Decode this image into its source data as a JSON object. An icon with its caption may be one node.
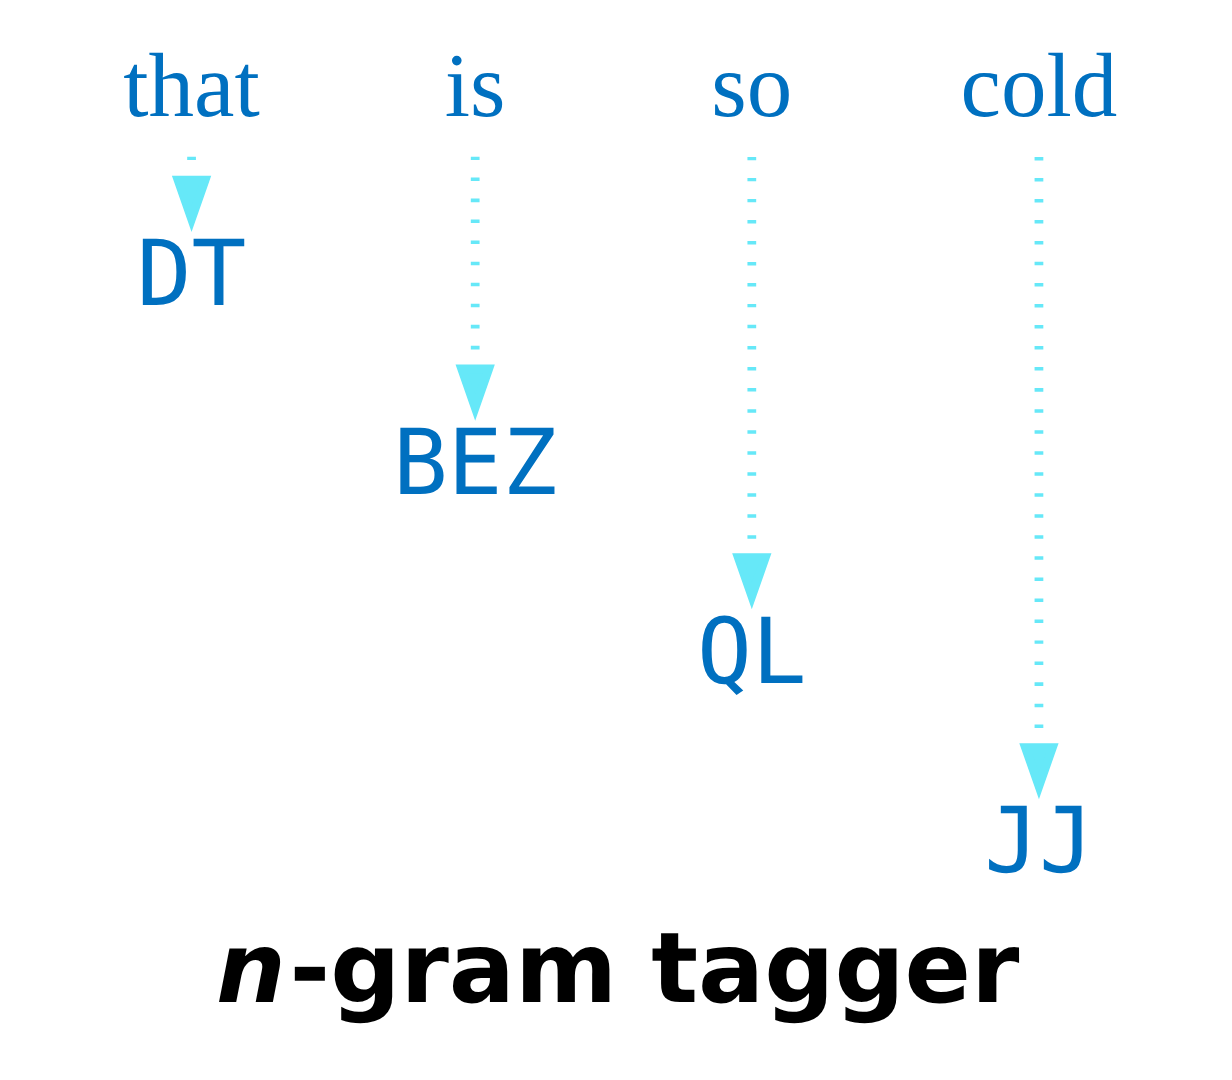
{
  "diagram": {
    "caption": "*n*-gram tagger",
    "nodes": [
      {
        "text": [
          "that"
        ]
      },
      {
        "text": [
          "is"
        ]
      },
      {
        "text": [
          "so"
        ]
      },
      {
        "text": [
          "cold"
        ]
      },
      {
        "text": [
          "DT"
        ]
      },
      {
        "text": [
          "BEZ"
        ]
      },
      {
        "text": [
          "QL"
        ]
      },
      {
        "text": [
          "JJ"
        ]
      }
    ],
    "edges": [
      {
        "from": 0,
        "to": 4,
        "arrow": "to",
        "style": "dashed"
      },
      {
        "from": 1,
        "to": 5,
        "arrow": "to",
        "style": "dashed"
      },
      {
        "from": 2,
        "to": 6,
        "arrow": "to",
        "style": "dashed"
      },
      {
        "from": 3,
        "to": 7,
        "arrow": "to",
        "style": "dashed"
      }
    ]
  }
}
